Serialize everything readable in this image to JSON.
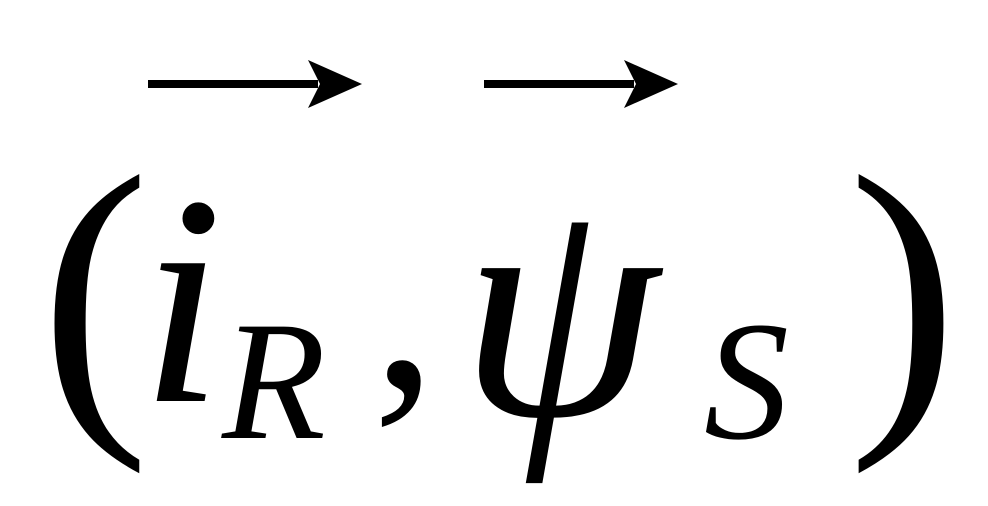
{
  "formula": {
    "open_paren": "(",
    "vector_1": {
      "symbol": "i",
      "subscript": "R"
    },
    "separator": ",",
    "vector_2": {
      "symbol": "ψ",
      "subscript": "S"
    },
    "close_paren": ")"
  },
  "colors": {
    "ink": "#000000",
    "background": "#ffffff"
  },
  "icons": [
    "vector-arrow-icon",
    "vector-arrow-icon"
  ]
}
